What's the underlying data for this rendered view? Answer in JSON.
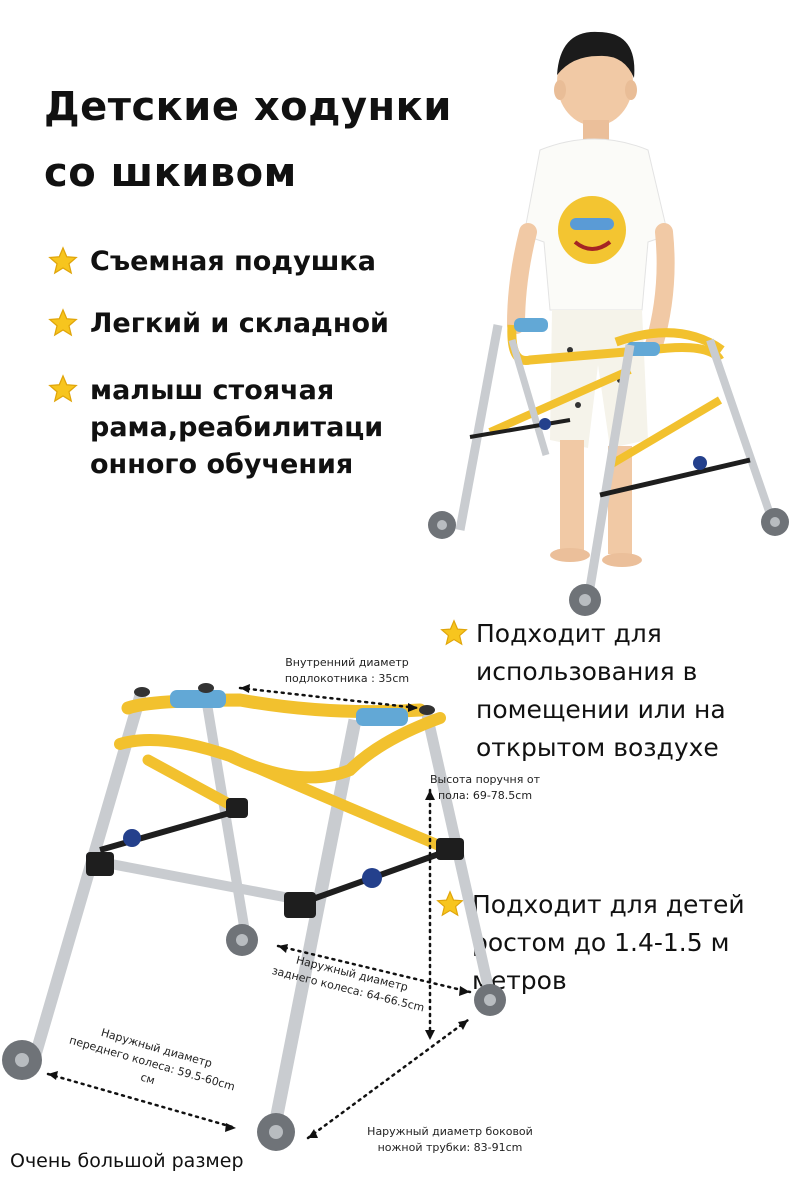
{
  "title_lines": [
    "Детские ходунки",
    "со шкивом"
  ],
  "features": [
    {
      "icon": "star-icon",
      "text": "Съемная подушка"
    },
    {
      "icon": "star-icon",
      "text": "Легкий и складной"
    },
    {
      "icon": "star-icon",
      "text": "малыш стоячая рама,реабилитаци онного обучения"
    }
  ],
  "right_features": [
    {
      "icon": "star-icon",
      "text": "Подходит для использования в помещении или на открытом воздухе"
    },
    {
      "icon": "star-icon",
      "text": "Подходит для детей ростом до 1.4-1.5 м метров"
    }
  ],
  "dimensions": {
    "armrest_inner": "Внутренний диаметр подлокотника : 35cm",
    "handrail_height": "Высота поручня от пола: 69-78.5cm",
    "rear_wheel": "Наружный диаметр заднего колеса: 64-66.5cm",
    "front_wheel": "Наружный диаметр переднего колеса: 59.5-60cm см",
    "side_tube": "Наружный диаметр боковой ножной трубки: 83-91cm"
  },
  "bottom_note": "Очень большой размер",
  "colors": {
    "frame_yellow": "#f2c12e",
    "frame_silver": "#c9ccd0",
    "grip_blue": "#62a8d6",
    "star_yellow": "#f7c51e"
  }
}
